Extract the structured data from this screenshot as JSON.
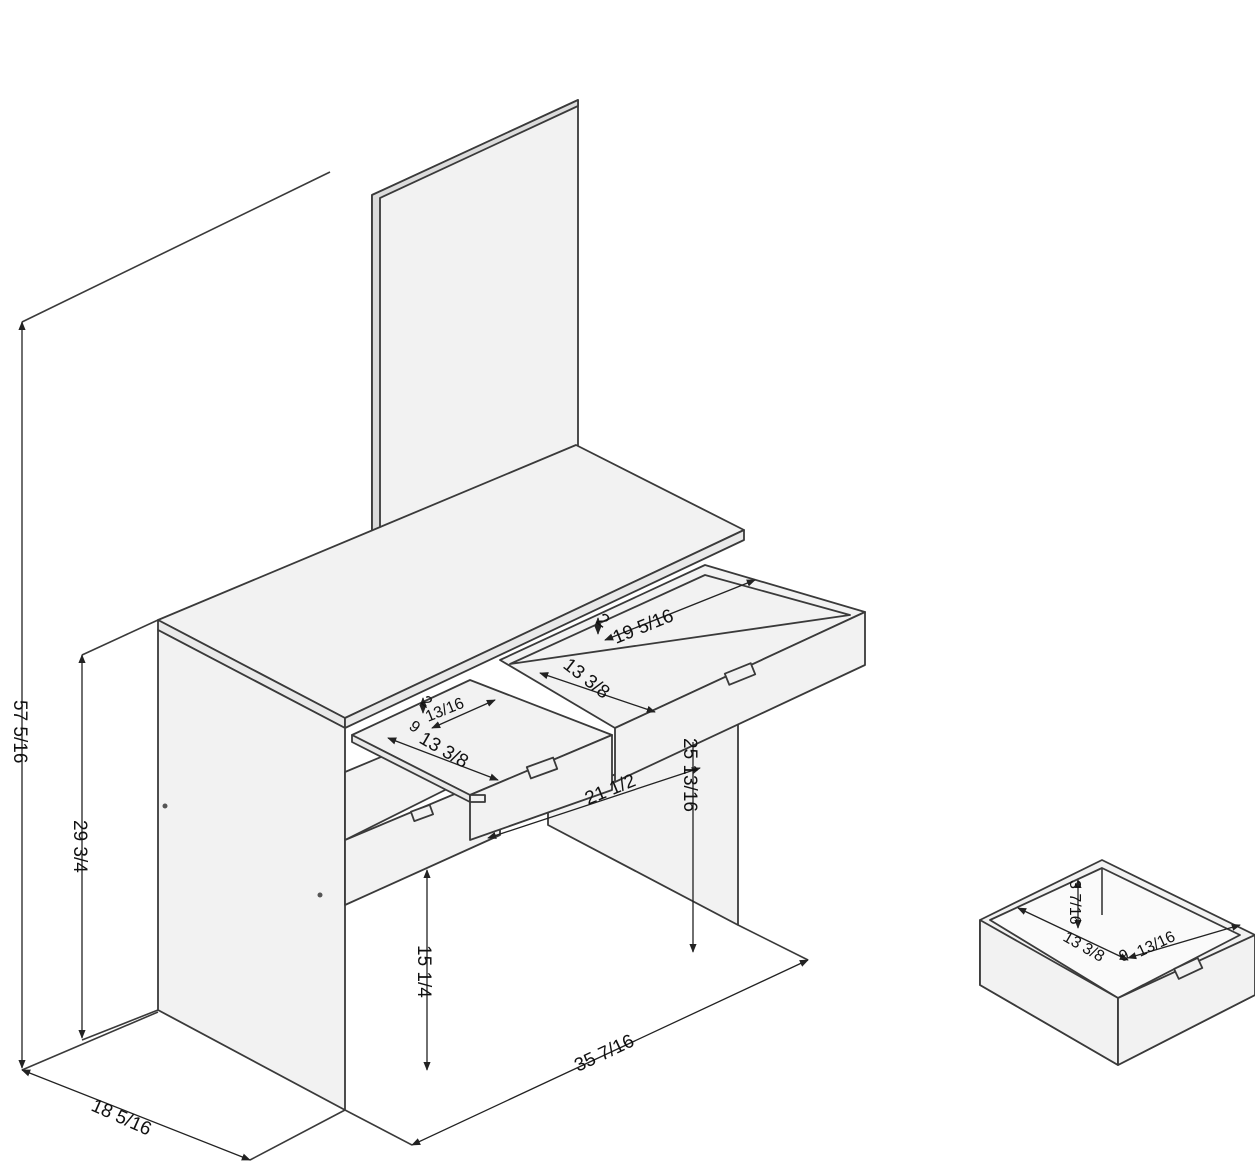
{
  "dimensions": {
    "total_height": "57 5/16",
    "desk_height": "29 3/4",
    "depth": "18 5/16",
    "width": "35 7/16",
    "knee_height": "15 1/4",
    "leg_height": "25 13/16",
    "knee_width": "21 1/2",
    "drawer_right_depth": "19 5/16",
    "drawer_right_width": "13 3/8",
    "drawer_right_height": "2",
    "drawer_left_depth": "13/16",
    "drawer_left_prefix": "9",
    "drawer_left_width": "13 3/8",
    "drawer_left_height": "2",
    "side_drawer_height": "3 7/16",
    "side_drawer_width": "13 3/8",
    "side_drawer_prefix": "9",
    "side_drawer_depth": "13/16"
  }
}
